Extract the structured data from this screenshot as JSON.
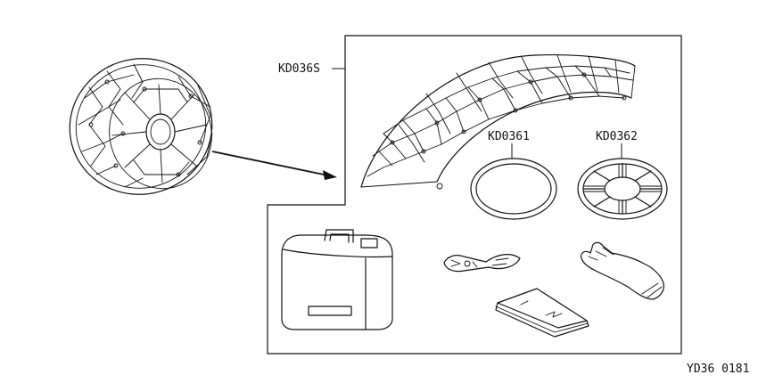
{
  "labels": {
    "kit_set": "KD036S",
    "ring_part": "KD0361",
    "disc_part": "KD0362",
    "figure_code": "YD36 0181"
  },
  "icons": [
    "tire-with-chains-icon",
    "chain-net-icon",
    "ring-icon",
    "spoked-disc-icon",
    "storage-case-icon",
    "tensioner-tool-icon",
    "glove-icon",
    "instruction-booklet-icon",
    "pointer-arrow-icon"
  ]
}
